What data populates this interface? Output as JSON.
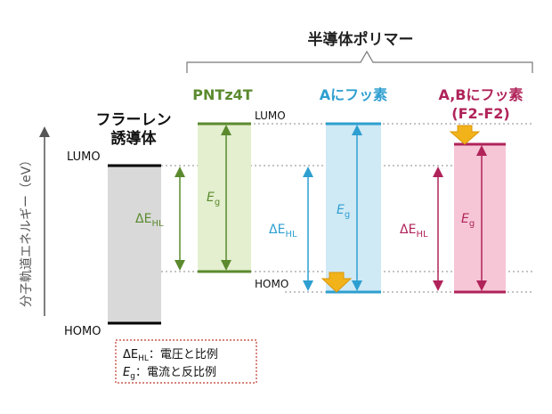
{
  "axis": {
    "label": "分子軌道エネルギー（eV）"
  },
  "group_label": "半導体ポリマー",
  "fullerene": {
    "title_line1": "フラーレン",
    "title_line2": "誘導体",
    "lumo": "LUMO",
    "homo": "HOMO",
    "gap_symbol": "ΔE",
    "gap_sub": "HL"
  },
  "pntz4t": {
    "title": "PNTz4T",
    "eg_symbol": "E",
    "eg_sub": "g",
    "lumo": "LUMO",
    "homo": "HOMO"
  },
  "a_fluor": {
    "title": "Aにフッ素",
    "gap_symbol": "ΔE",
    "gap_sub": "HL",
    "eg_symbol": "E",
    "eg_sub": "g"
  },
  "ab_fluor": {
    "title_line1": "A,Bにフッ素",
    "title_line2": "(F2-F2)",
    "gap_symbol": "ΔE",
    "gap_sub": "HL",
    "eg_symbol": "E",
    "eg_sub": "g"
  },
  "legend": {
    "line1_symbol": "ΔE",
    "line1_sub": "HL",
    "line1_text": "：電圧と比例",
    "line2_symbol": "E",
    "line2_sub": "g",
    "line2_text": "：電流と反比例"
  },
  "colors": {
    "green": "#5b8a2e",
    "green_fill": "#e3efcf",
    "blue": "#2e9fd0",
    "blue_fill": "#cfe9f5",
    "crimson": "#b0235a",
    "pink_fill": "#f6c6d6",
    "gray_fill": "#d9d9d9",
    "legend_border": "#c0392b",
    "arrow_yellow": "#f2b21a"
  }
}
